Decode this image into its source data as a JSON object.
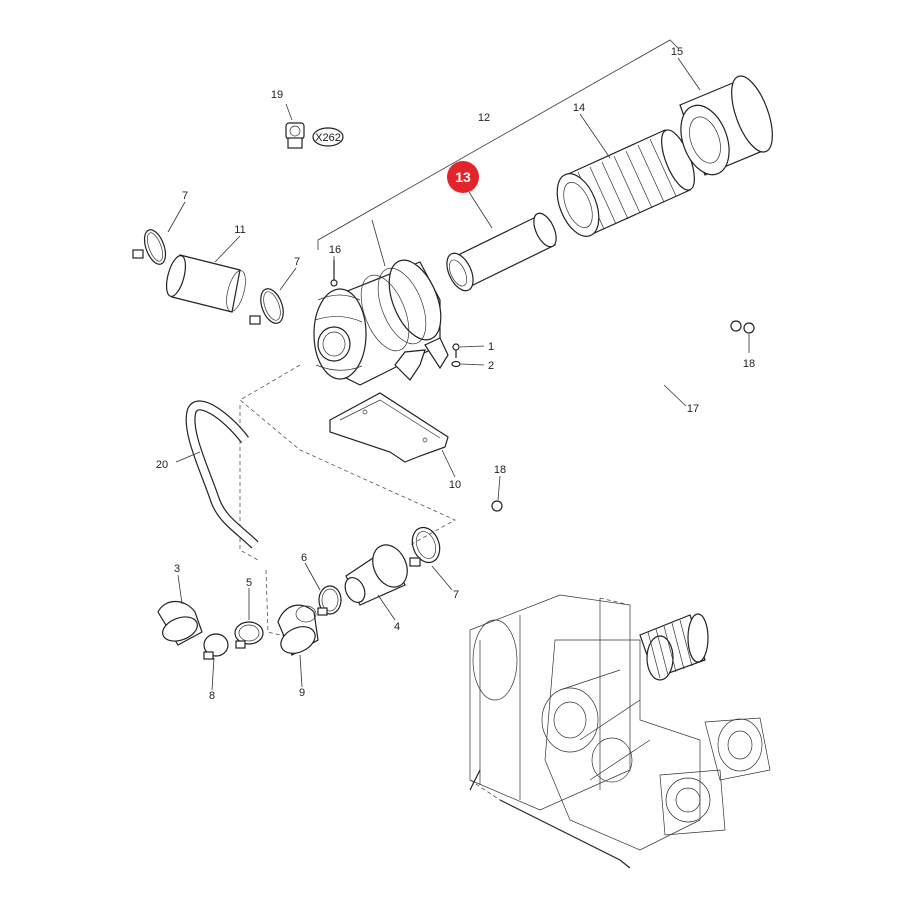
{
  "callouts": {
    "c1": "1",
    "c2": "2",
    "c3": "3",
    "c4": "4",
    "c5": "5",
    "c6": "6",
    "c7a": "7",
    "c7b": "7",
    "c7c": "7",
    "c8": "8",
    "c9": "9",
    "c10": "10",
    "c11": "11",
    "c12": "12",
    "c13": "13",
    "c14": "14",
    "c15": "15",
    "c16": "16",
    "c17": "17",
    "c18a": "18",
    "c18b": "18",
    "c19": "19",
    "c20": "20"
  },
  "connector_tag": "X262",
  "highlight": {
    "part": "13",
    "color": "#e3242b"
  }
}
